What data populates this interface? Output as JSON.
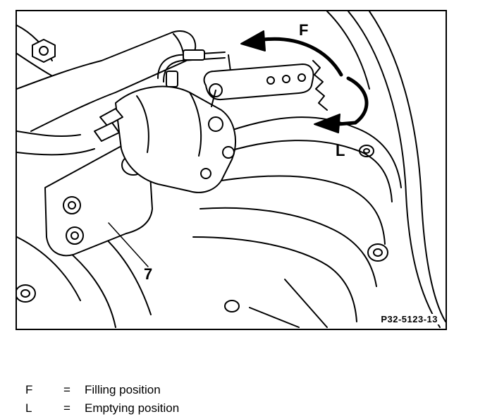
{
  "diagram": {
    "callouts": {
      "f": "F",
      "l": "L",
      "part_7": "7"
    },
    "figure_id": "P32-5123-13"
  },
  "legend": {
    "items": [
      {
        "key": "F",
        "separator": "=",
        "description": "Filling position"
      },
      {
        "key": "L",
        "separator": "=",
        "description": "Emptying position"
      }
    ]
  }
}
